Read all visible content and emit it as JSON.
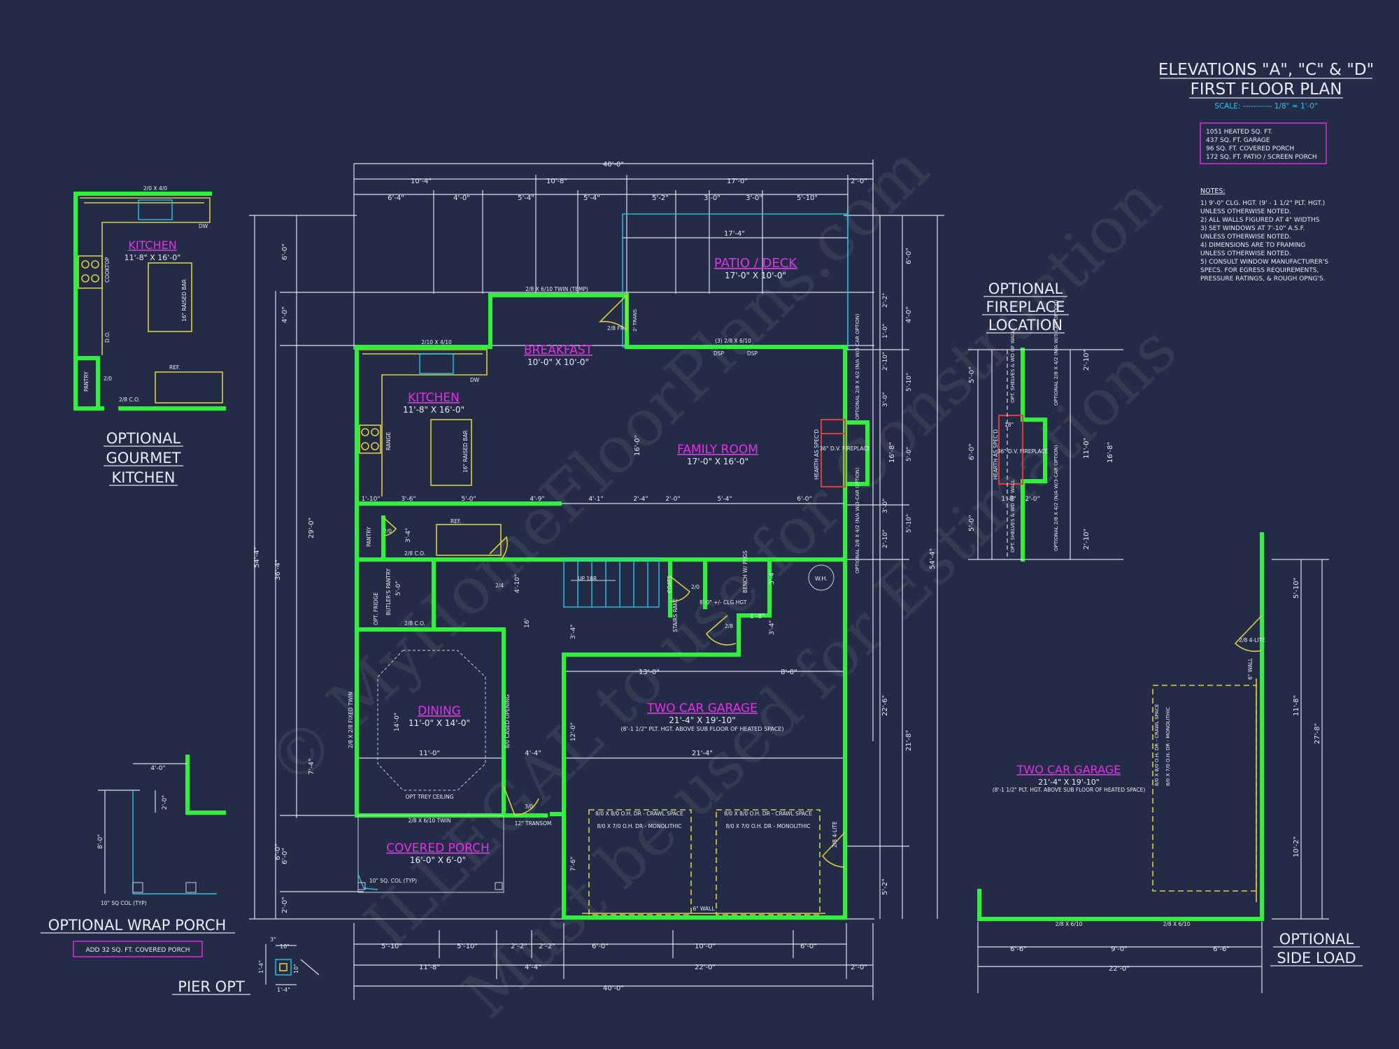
{
  "title": {
    "line1": "ELEVATIONS \"A\", \"C\" & \"D\"",
    "line2": "FIRST FLOOR PLAN",
    "scale": "SCALE: ----------- 1/8\" = 1'-0\""
  },
  "areas": [
    "1051 HEATED SQ. FT.",
    "437 SQ. FT. GARAGE",
    "96 SQ. FT. COVERED PORCH",
    "172 SQ. FT. PATIO / SCREEN PORCH"
  ],
  "notes": {
    "heading": "NOTES:",
    "lines": [
      "1)  9'-0\" CLG. HGT. (9' - 1 1/2\" PLT. HGT.)",
      "     UNLESS OTHERWISE NOTED.",
      "2)  ALL  WALLS FIGURED AT 4\" WIDTHS",
      "3)  SET WINDOWS AT 7'-10\" A.S.F.",
      "     UNLESS OTHERWISE NOTED.",
      "4)  DIMENSIONS ARE TO FRAMING",
      "     UNLESS OTHERWISE NOTED.",
      "5)  CONSULT WINDOW MANUFACTURER'S",
      "     SPECS. FOR EGRESS REQUIREMENTS,",
      "     PRESSURE RATINGS, & ROUGH OPNG'S."
    ]
  },
  "rooms": {
    "patio": {
      "name": "PATIO / DECK",
      "size": "17'-0\" X 10'-0\""
    },
    "breakfast": {
      "name": "BREAKFAST",
      "size": "10'-0\" X 10'-0\""
    },
    "kitchen": {
      "name": "KITCHEN",
      "size": "11'-8\" X 16'-0\""
    },
    "family": {
      "name": "FAMILY ROOM",
      "size": "17'-0\" X 16'-0\""
    },
    "dining": {
      "name": "DINING",
      "size": "11'-0\" X 14'-0\""
    },
    "garage": {
      "name": "TWO CAR GARAGE",
      "size": "21'-4\" X 19'-10\"",
      "note": "(8'-1 1/2\" PLT. HGT. ABOVE SUB FLOOR OF HEATED SPACE)"
    },
    "porch": {
      "name": "COVERED PORCH",
      "size": "16'-0\" X 6'-0\""
    }
  },
  "labels": {
    "trans": "2/8 X 6/10 TWIN (TEMP)",
    "twin410_main": "2/10 X 4/10",
    "dw": "DW",
    "range": "RANGE",
    "raised_bar": "16\" RAISED BAR",
    "ref": "REF.",
    "pantry": "PANTRY",
    "pantry_door": "2/0",
    "co1": "2/8 C.O.",
    "co2": "2/8 C.O.",
    "butlers": "BUTLER'S PANTRY",
    "opt_fridge": "OPT. FRIDGE",
    "wh": "W.H.",
    "coats": "COATS",
    "bench": "BENCH W/ PEGS",
    "stairs": "STAIRS RAKE",
    "up": "UP 18R",
    "clg": "8'-0\" +/- CLG HGT",
    "hearth": "HEARTH AS SPEC'D",
    "fireplace": "36\" D.V. FIREPLACE",
    "dsp1": "DSP",
    "dsp2": "DSP",
    "win_patio": "(3) 2/8 X 6/10",
    "fr": "2/8 FR",
    "trans2": "2' TRANS",
    "trey": "OPT TREY CEILING",
    "dining_win": "2/8 X 6/10 TWIN",
    "fixed_twin": "2/8 X 2/8 FIXED TWIN",
    "cased": "8/0 CASED OPENING",
    "transom": "12\" TRANSOM",
    "door30": "3/0",
    "door24": "2/4",
    "door20": "2/0",
    "door28": "2/8",
    "lite": "2/8 4-LITE",
    "col": "10\" SQ. COL (TYP)",
    "gdoor1a": "8/0 X 8/0 O.H. DR - CRAWL SPACE",
    "gdoor1b": "8/0 X 7/0 O.H. DR - MONOLITHIC",
    "gdoor2a": "8/0 X 8/0 O.H. DR - CRAWL SPACE",
    "gdoor2b": "8/0 X 7/0 O.H. DR - MONOLITHIC",
    "wall6": "6\" WALL",
    "win_opt": "OPTIONAL 2/8 X 4/2 (N/A W/3-CAR OPTION)",
    "fam_dim": "16'-0\""
  },
  "dims": {
    "top_overall": "40'-0\"",
    "top_mid": [
      "10'-4\"",
      "10'-8\"",
      "17'-0\"",
      "2'-0\""
    ],
    "top_inner": [
      "6'-4\"",
      "4'-0\"",
      "5'-4\"",
      "5'-4\"",
      "5'-2\"",
      "3'-0\"",
      "3'-0\"",
      "5'-10\""
    ],
    "patio_width": "17'-4\"",
    "left_overall": "54'-4\"",
    "left_mid": [
      "36'-4\"",
      "6'-0\""
    ],
    "left_inner": [
      "6'-0\"",
      "4'-0\"",
      "29'-0\"",
      "7'-4\"",
      "6'-0\"",
      "2'-0\""
    ],
    "right_overall": "54'-4\"",
    "right_mid": [
      "6'-0\"",
      "4'-0\"",
      "16'-8\"",
      "22'-6\"",
      "5'-2\""
    ],
    "right_inner": [
      "2'-2\"",
      "1'-0\"",
      "2'-10\"",
      "5'-10\"",
      "3'-0\"",
      "5'-0\"",
      "3'-0\"",
      "5'-10\"",
      "2'-10\"",
      "21'-8\""
    ],
    "mid_row": [
      "1'-10\"",
      "3'-6\"",
      "5'-0\"",
      "4'-9\"",
      "4'-1\"",
      "2'-4\"",
      "2'-0\"",
      "5'-4\"",
      "6'-0\""
    ],
    "garage_row": [
      "13'-0\"",
      "8'-0\""
    ],
    "garage_w": "21'-4\"",
    "dining_w": "11'-0\"",
    "porch_left": "4'-4\"",
    "bottom_inner": [
      "5'-10\"",
      "5'-10\"",
      "2'-2\"",
      "2'-2\"",
      "6'-0\"",
      "10'-0\"",
      "6'-0\""
    ],
    "bottom_mid": [
      "11'-8\"",
      "4'-4\"",
      "22'-0\"",
      "2'-0\""
    ],
    "bottom_overall": "40'-0\"",
    "misc": [
      "3'-4\"",
      "5'-0\"",
      "4'-10\"",
      "3'-4\"",
      "3'-4\"",
      "1'-8\"",
      "3'-4\"",
      "12'-0\"",
      "7'-6\"",
      "14'-0\"",
      "16'"
    ]
  },
  "gourmet": {
    "title": [
      "OPTIONAL",
      "GOURMET",
      "KITCHEN"
    ],
    "room": "KITCHEN",
    "size": "11'-8\" X 16'-0\"",
    "window": "2/0 X 4/0",
    "dw": "DW",
    "cooktop": "COOKTOP",
    "do": "D.O.",
    "raised_bar": "16\" RAISED BAR",
    "ref": "REF.",
    "pantry": "PANTRY",
    "door": "2/0",
    "co": "2/8 C.O."
  },
  "fireplace_opt": {
    "title": [
      "OPTIONAL",
      "FIREPLACE",
      "LOCATION"
    ],
    "fireplace": "36\" D.V. FIREPLACE",
    "hearth": "HEARTH AS SPEC'D",
    "shelves1": "OPT. SHELVES & WD OF WALL",
    "shelves2": "OPT. SHELVES & WD OF WALL",
    "opt1": "OPTIONAL 2/8 X 4/2 (N/A W/3-CAR OPTION)",
    "opt2": "OPTIONAL 2/8 X 4/2 (N/A W/3-CAR OPTION)",
    "d18": "18\"",
    "dims": [
      "5'-0\"",
      "6'-0\"",
      "5'-0\"",
      "1'-8\"",
      "2'-0\"",
      "2'-10\"",
      "11'-0\"",
      "16'-8\"",
      "2'-10\""
    ]
  },
  "side_load": {
    "title": [
      "OPTIONAL",
      "SIDE LOAD"
    ],
    "room": "TWO CAR GARAGE",
    "size": "21'-4\" X 19'-10\"",
    "note": "(8'-1 1/2\" PLT. HGT. ABOVE SUB FLOOR OF HEATED SPACE)",
    "door1": "8/0 X 8/0 O.H. DR - CRAWL SPACE",
    "door2": "8/0 X 7/0 O.H. DR - MONOLITHIC",
    "lite": "2/8 4-LITE",
    "wall": "6\" WALL",
    "win1": "2/8 X 6/10",
    "win2": "2/8 X 6/10",
    "dims": [
      "6'-6\"",
      "9'-0\"",
      "6'-6\"",
      "22'-0\"",
      "5'-10\"",
      "11'-8\"",
      "10'-2\"",
      "27'-8\""
    ]
  },
  "wrap_porch": {
    "title": "OPTIONAL WRAP PORCH",
    "note": "ADD 32 SQ. FT. COVERED PORCH",
    "col": "10\" SQ COL (TYP)",
    "dims": [
      "4'-0\"",
      "2'-0\"",
      "8'-0\""
    ]
  },
  "pier": {
    "title": "PIER OPT",
    "dims": [
      "3\"",
      "10\"",
      "1'-4\"",
      "10\"",
      "1'-4\""
    ]
  },
  "watermark": [
    "© MyHomeFloorPlans.com",
    "ILLEGAL to use for Construction",
    "Must be used for Estimations"
  ]
}
